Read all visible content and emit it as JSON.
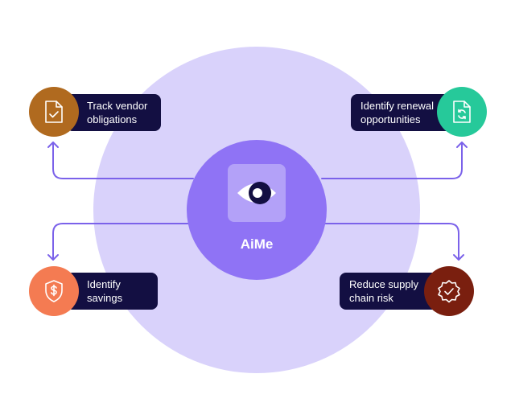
{
  "diagram": {
    "center": {
      "label": "AiMe",
      "icon": "eye-icon"
    },
    "nodes": [
      {
        "id": "track",
        "lines": [
          "Track vendor",
          "obligations"
        ],
        "icon": "document-check-icon",
        "color": "#b06a1f"
      },
      {
        "id": "renewal",
        "lines": [
          "Identify renewal",
          "opportunities"
        ],
        "icon": "document-refresh-icon",
        "color": "#26c99a"
      },
      {
        "id": "savings",
        "lines": [
          "Identify",
          "savings"
        ],
        "icon": "dollar-shield-icon",
        "color": "#f47b52"
      },
      {
        "id": "risk",
        "lines": [
          "Reduce supply",
          "chain risk"
        ],
        "icon": "check-badge-icon",
        "color": "#7a1f0f"
      }
    ],
    "colors": {
      "outer_circle": "#d9d2fb",
      "hub": "#8f73f5",
      "pill": "#130f42",
      "arrow": "#7b62ea"
    }
  }
}
